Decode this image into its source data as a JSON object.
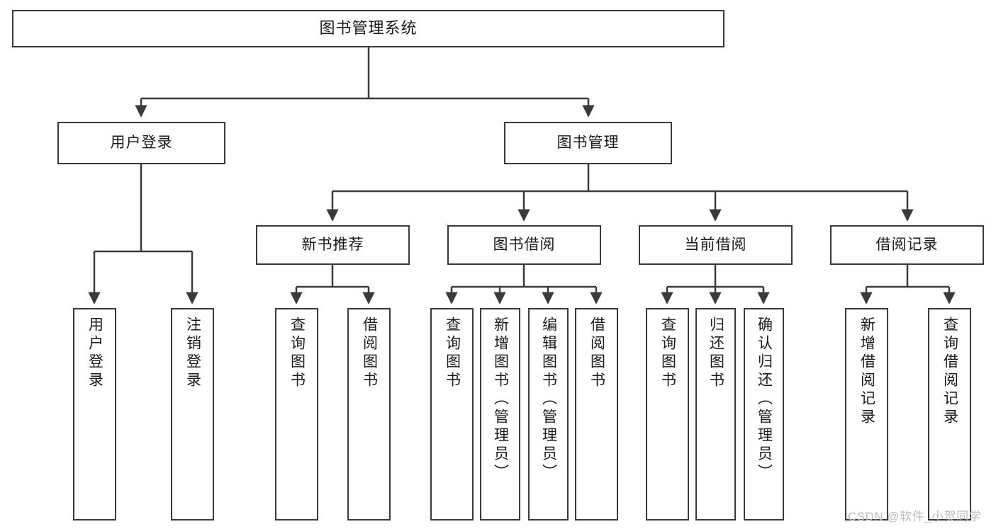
{
  "diagram": {
    "title": "图书管理系统",
    "type": "tree-hierarchy",
    "watermark": "CSDN @软件_小贺同学",
    "colors": {
      "stroke": "#3a3a3a",
      "fill": "#ffffff",
      "text": "#1a1a1a",
      "watermark": "#bdbdbd"
    },
    "levels": {
      "root": {
        "label": "图书管理系统"
      },
      "level2": [
        {
          "id": "user-login",
          "label": "用户登录"
        },
        {
          "id": "book-manage",
          "label": "图书管理"
        }
      ],
      "level3": [
        {
          "id": "new-book-recommend",
          "label": "新书推荐",
          "parent": "book-manage"
        },
        {
          "id": "book-borrow",
          "label": "图书借阅",
          "parent": "book-manage"
        },
        {
          "id": "current-borrow",
          "label": "当前借阅",
          "parent": "book-manage"
        },
        {
          "id": "borrow-record",
          "label": "借阅记录",
          "parent": "book-manage"
        }
      ],
      "leaves": [
        {
          "id": "leaf-user-login",
          "label": "用户登录",
          "parent": "user-login"
        },
        {
          "id": "leaf-logout",
          "label": "注销登录",
          "parent": "user-login"
        },
        {
          "id": "leaf-query-book-1",
          "label": "查询图书",
          "parent": "new-book-recommend"
        },
        {
          "id": "leaf-borrow-book-1",
          "label": "借阅图书",
          "parent": "new-book-recommend"
        },
        {
          "id": "leaf-query-book-2",
          "label": "查询图书",
          "parent": "book-borrow"
        },
        {
          "id": "leaf-add-book",
          "label": "新增图书（管理员）",
          "parent": "book-borrow"
        },
        {
          "id": "leaf-edit-book",
          "label": "编辑图书（管理员）",
          "parent": "book-borrow"
        },
        {
          "id": "leaf-borrow-book-2",
          "label": "借阅图书",
          "parent": "book-borrow"
        },
        {
          "id": "leaf-query-book-3",
          "label": "查询图书",
          "parent": "current-borrow"
        },
        {
          "id": "leaf-return-book",
          "label": "归还图书",
          "parent": "current-borrow"
        },
        {
          "id": "leaf-confirm-return",
          "label": "确认归还（管理员）",
          "parent": "current-borrow"
        },
        {
          "id": "leaf-add-record",
          "label": "新增借阅记录",
          "parent": "borrow-record"
        },
        {
          "id": "leaf-query-record",
          "label": "查询借阅记录",
          "parent": "borrow-record"
        }
      ]
    }
  }
}
